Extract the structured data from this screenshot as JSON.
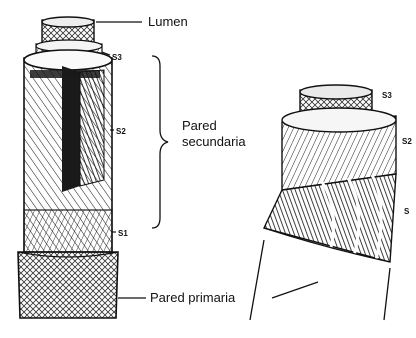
{
  "labels": {
    "lumen": "Lumen",
    "pared_secundaria_line1": "Pared",
    "pared_secundaria_line2": "secundaria",
    "pared_primaria": "Pared primaria"
  },
  "left_fiber_layers": {
    "s3": "S3",
    "s2": "S2",
    "s1": "S1"
  },
  "right_fiber_layers": {
    "s3": "S3",
    "s2": "S2",
    "s1": "S"
  }
}
